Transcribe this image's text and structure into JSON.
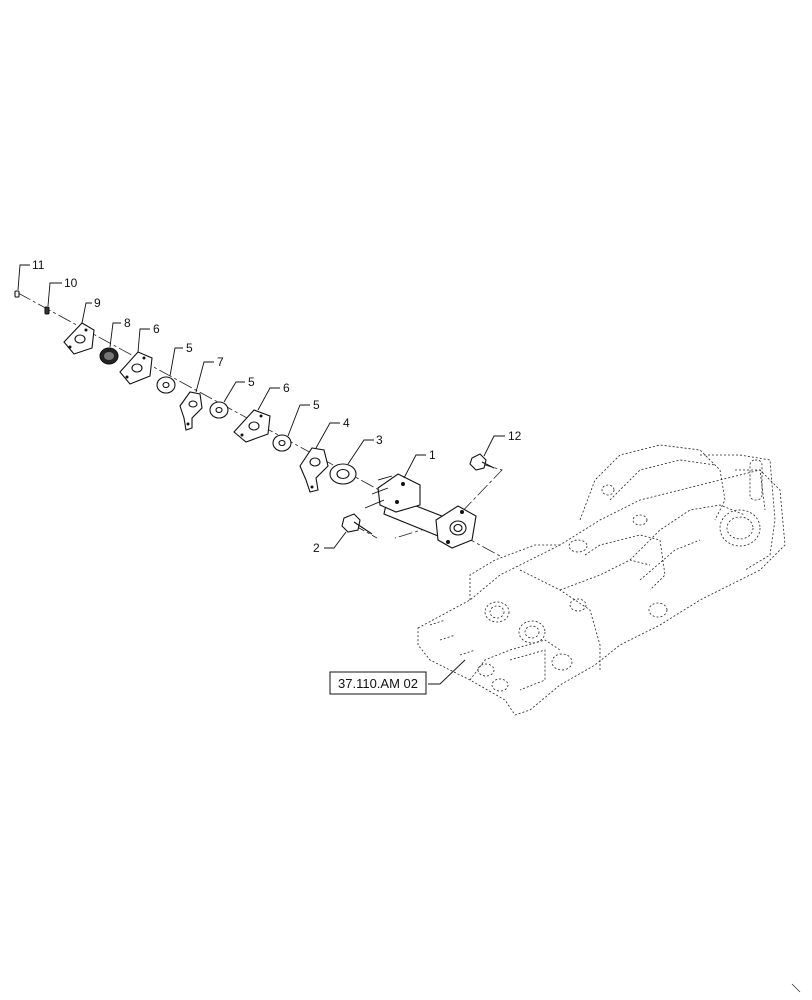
{
  "callouts": {
    "c1": "1",
    "c2": "2",
    "c3": "3",
    "c4": "4",
    "c5a": "5",
    "c5b": "5",
    "c5c": "5",
    "c6a": "6",
    "c6b": "6",
    "c7": "7",
    "c8": "8",
    "c9": "9",
    "c10": "10",
    "c11": "11",
    "c12": "12"
  },
  "reference": "37.110.AM 02"
}
